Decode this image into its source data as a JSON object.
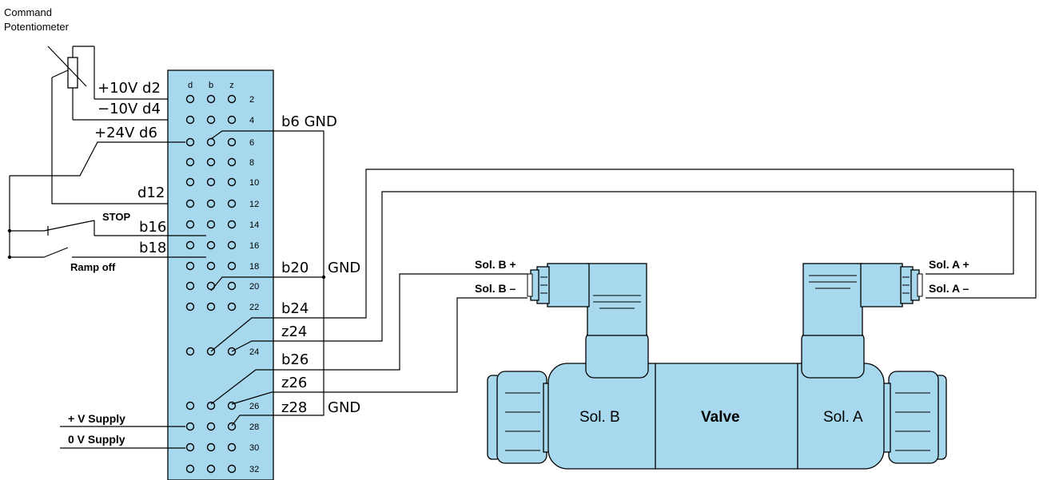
{
  "potentiometer": {
    "title_line1": "Command",
    "title_line2": "Potentiometer"
  },
  "terminal_strip": {
    "column_headers": [
      "d",
      "b",
      "z"
    ],
    "row_numbers": [
      "2",
      "4",
      "6",
      "8",
      "10",
      "12",
      "14",
      "16",
      "18",
      "20",
      "22",
      "24",
      "26",
      "28",
      "30",
      "32"
    ]
  },
  "signals": {
    "plus10v": "+10V  d2",
    "minus10v": "−10V  d4",
    "plus24v": "+24V  d6",
    "b6gnd": "b6 GND",
    "d12": "d12",
    "stop": "STOP",
    "b16": "b16",
    "b18": "b18",
    "ramp_off": "Ramp off",
    "b20": "b20",
    "gnd_b20": "GND",
    "b24": "b24",
    "z24": "z24",
    "b26": "b26",
    "z26": "z26",
    "z28": "z28",
    "gnd_z28": "GND",
    "plus_v_supply": "+ V Supply",
    "zero_v_supply": "0 V Supply"
  },
  "valve": {
    "sol_b_plus": "Sol. B +",
    "sol_b_minus": "Sol. B –",
    "sol_a_plus": "Sol. A +",
    "sol_a_minus": "Sol. A –",
    "sol_b": "Sol. B",
    "valve": "Valve",
    "sol_a": "Sol. A"
  },
  "colors": {
    "valve_blue": "#a7d8ee",
    "line": "#000000"
  }
}
